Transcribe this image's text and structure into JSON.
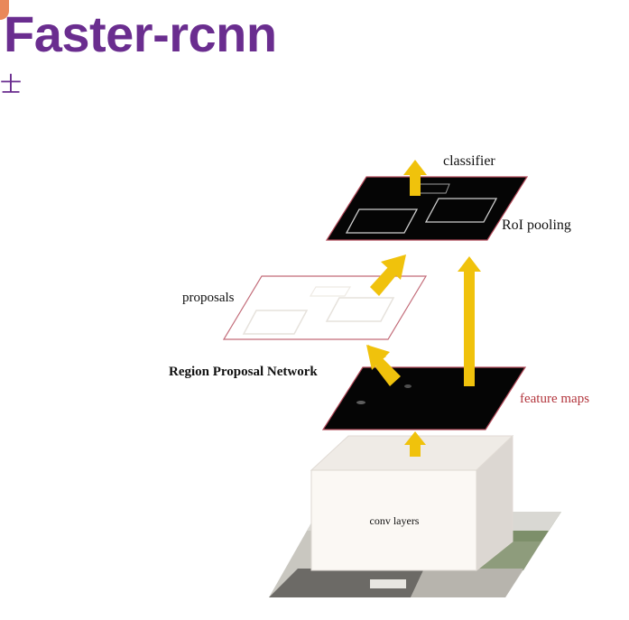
{
  "header": {
    "title": "Faster-rcnn",
    "subtitle": "士"
  },
  "diagram": {
    "labels": {
      "classifier": "classifier",
      "roi_pooling": "RoI pooling",
      "proposals": "proposals",
      "rpn": "Region Proposal Network",
      "feature_maps": "feature maps",
      "conv_layers": "conv layers"
    }
  },
  "colors": {
    "title": "#6a2d8f",
    "corner_mark": "#e9885a",
    "arrow": "#f0c20c",
    "layer_dark": "#050505",
    "layer_edge": "#b24a5a",
    "feature_label": "#b3373e",
    "box_face": "#fbf8f4",
    "box_side": "#dcd7d2",
    "box_top": "#efebe6"
  }
}
